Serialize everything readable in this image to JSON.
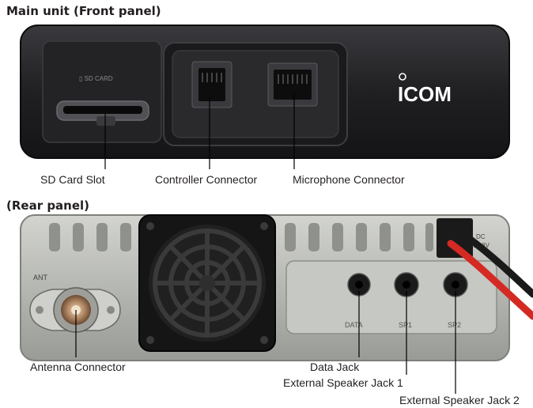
{
  "front": {
    "heading": "Main unit (Front panel)",
    "brand": "ICOM",
    "callouts": {
      "sd": "SD Card Slot",
      "controller": "Controller Connector",
      "microphone": "Microphone Connector"
    }
  },
  "rear": {
    "heading": "(Rear panel)",
    "labels": {
      "ant": "ANT",
      "data": "DATA",
      "sp1": "SP1",
      "sp2": "SP2",
      "dc": "DC",
      "dc_v": "13.8V"
    },
    "callouts": {
      "antenna": "Antenna Connector",
      "data": "Data Jack",
      "sp1": "External Speaker Jack 1",
      "sp2": "External Speaker Jack 2"
    }
  },
  "colors": {
    "front_body": "#1f1f22",
    "rear_body": "#b8bab6",
    "fan": "#151515",
    "cable_red": "#d42a23",
    "cable_black": "#1a1a1a",
    "leader": "#000000"
  }
}
